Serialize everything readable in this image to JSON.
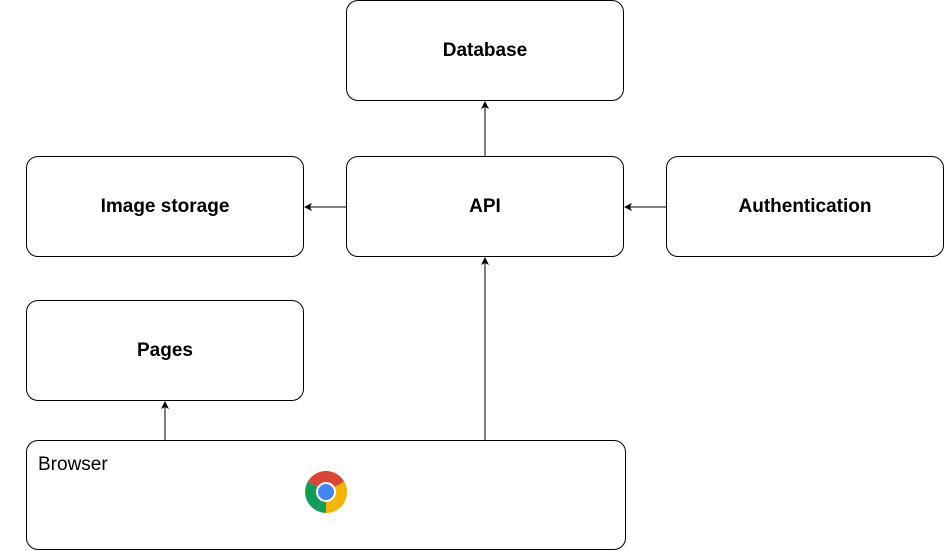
{
  "nodes": {
    "database": {
      "label": "Database"
    },
    "image_storage": {
      "label": "Image storage"
    },
    "api": {
      "label": "API"
    },
    "authentication": {
      "label": "Authentication"
    },
    "pages": {
      "label": "Pages"
    },
    "browser": {
      "label": "Browser",
      "icon": "chrome-icon"
    }
  },
  "edges": [
    {
      "from": "api",
      "to": "database"
    },
    {
      "from": "api",
      "to": "image_storage"
    },
    {
      "from": "authentication",
      "to": "api"
    },
    {
      "from": "browser",
      "to": "pages"
    },
    {
      "from": "browser",
      "to": "api"
    }
  ],
  "colors": {
    "stroke": "#000000",
    "background": "#ffffff",
    "chrome_red": "#DB4437",
    "chrome_yellow": "#F4B400",
    "chrome_green": "#0F9D58",
    "chrome_blue": "#4285F4"
  }
}
